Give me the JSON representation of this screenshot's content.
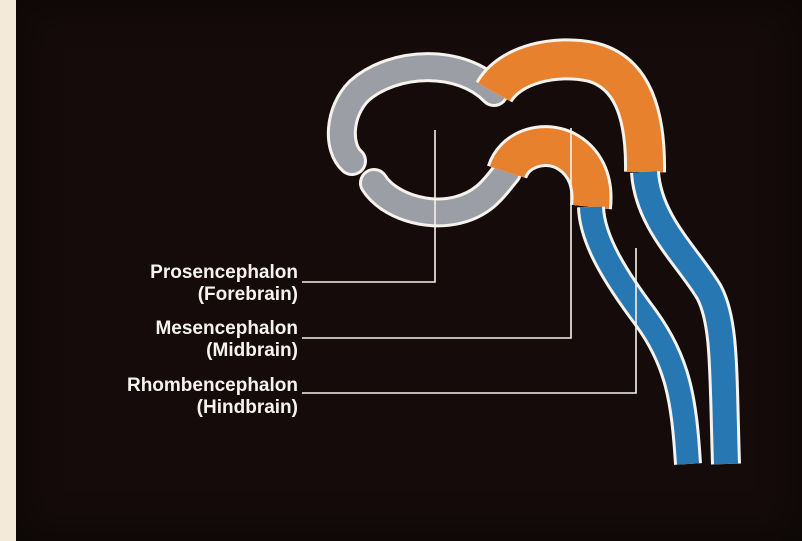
{
  "labels": [
    {
      "line1": "Prosencephalon",
      "line2": "(Forebrain)"
    },
    {
      "line1": "Mesencephalon",
      "line2": "(Midbrain)"
    },
    {
      "line1": "Rhombencephalon",
      "line2": "(Hindbrain)"
    }
  ],
  "colors": {
    "background": "#140b0a",
    "border": "#f4ead9",
    "forebrain": "#9c9ea6",
    "midbrain": "#e8812d",
    "hindbrain": "#2778b2",
    "outline": "#f6f2ec",
    "text": "#f6f2ec"
  }
}
